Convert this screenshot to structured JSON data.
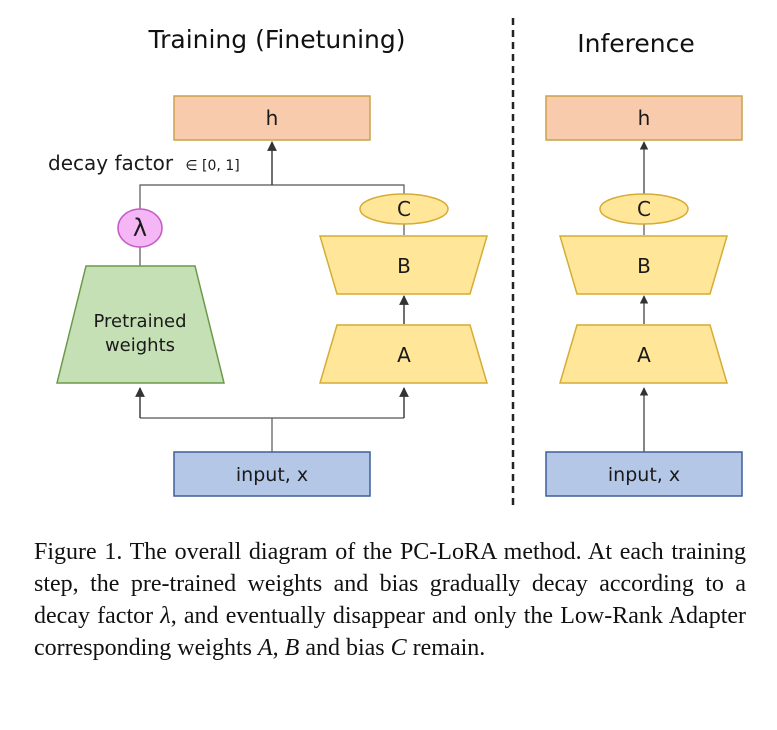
{
  "titles": {
    "training": "Training (Finetuning)",
    "inference": "Inference"
  },
  "training": {
    "h_label": "h",
    "decay_label": "decay factor",
    "decay_range": "∈ [0, 1]",
    "lambda_label": "λ",
    "pretrained_line1": "Pretrained",
    "pretrained_line2": "weights",
    "c_label": "C",
    "b_label": "B",
    "a_label": "A",
    "input_label": "input, x"
  },
  "inference": {
    "h_label": "h",
    "c_label": "C",
    "b_label": "B",
    "a_label": "A",
    "input_label": "input, x"
  },
  "caption": {
    "part1": "Figure 1. The overall diagram of the PC-LoRA method. At each training step, the pre-trained weights and bias gradually decay according to a decay factor ",
    "lambda": "λ",
    "part2": ", and eventually disappear and only the Low-Rank Adapter corresponding weights ",
    "a": "A",
    "sep1": ", ",
    "b": "B",
    "part3": " and bias ",
    "c": "C",
    "part4": " remain."
  },
  "colors": {
    "h_fill": "#f8cbad",
    "h_stroke": "#c9a24a",
    "lora_fill": "#ffe699",
    "lora_stroke": "#d6ac35",
    "lambda_fill": "#f4b6f4",
    "lambda_stroke": "#c45ac4",
    "pretrained_fill": "#c5e0b4",
    "pretrained_stroke": "#6a9a4a",
    "input_fill": "#b4c7e7",
    "input_stroke": "#3e5f99"
  }
}
